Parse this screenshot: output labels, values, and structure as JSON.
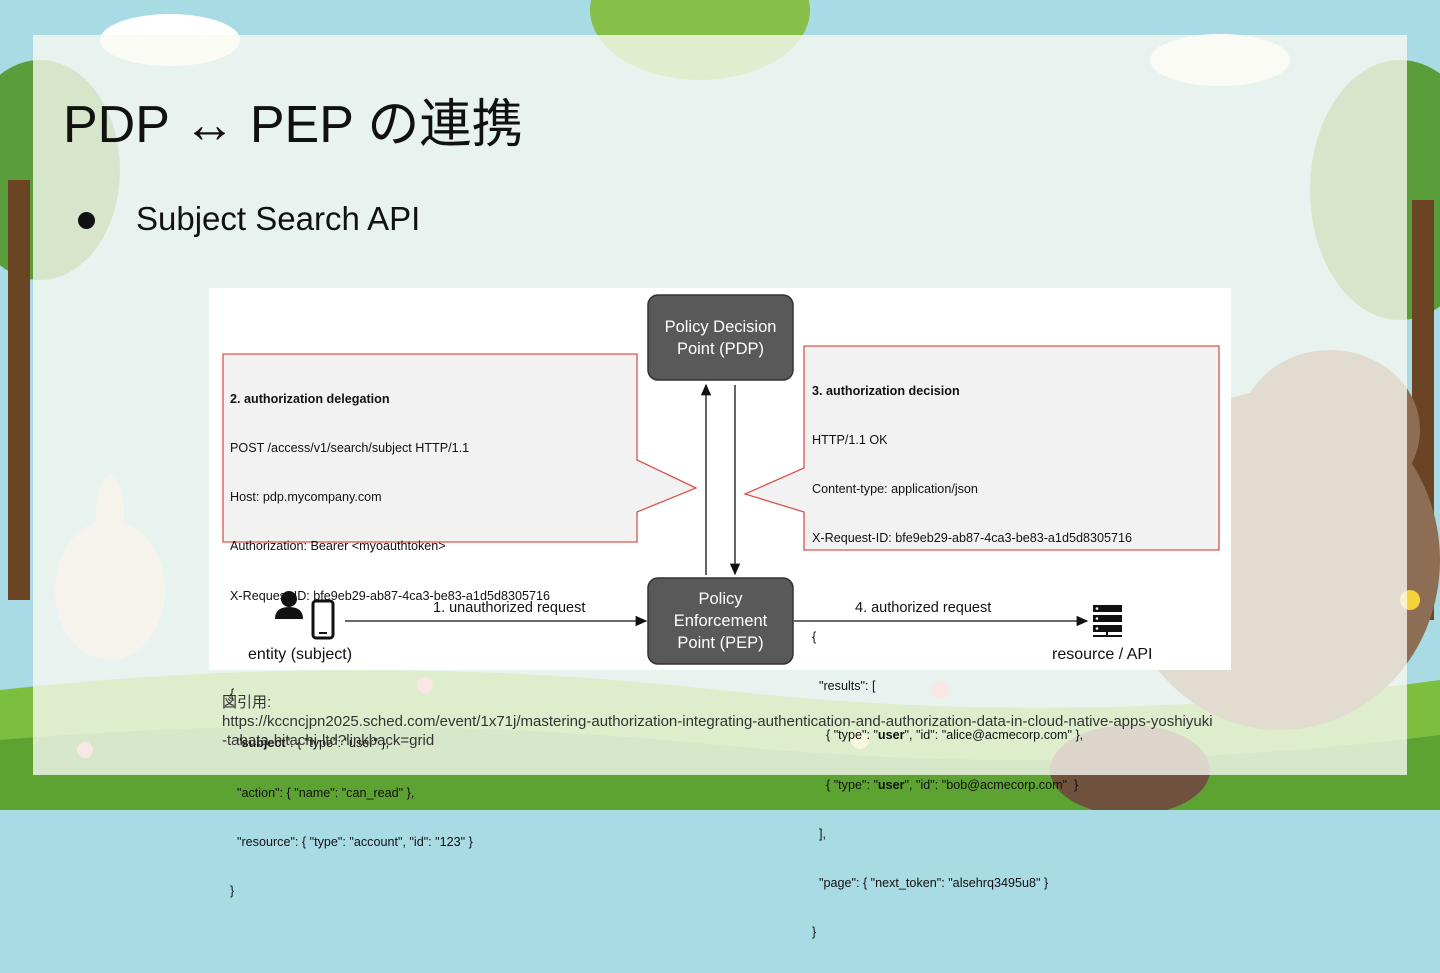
{
  "slide": {
    "title": "PDP ↔ PEP の連携",
    "bullets": [
      "Subject Search API"
    ]
  },
  "diagram": {
    "pdp_label": "Policy Decision\nPoint (PDP)",
    "pep_label": "Policy\nEnforcement\nPoint (PEP)",
    "entity_label": "entity (subject)",
    "resource_label": "resource / API",
    "flow1_label": "1. unauthorized request",
    "flow4_label": "4. authorized request",
    "request_callout": {
      "header": "2. authorization delegation",
      "lines": [
        "POST /access/v1/search/subject HTTP/1.1",
        "Host: pdp.mycompany.com",
        "Authorization: Bearer <myoauthtoken>",
        "X-Request-ID: bfe9eb29-ab87-4ca3-be83-a1d5d8305716",
        "",
        "{",
        "  \"subject\": { \"type\": \"user\" },",
        "  \"action\": { \"name\": \"can_read\" },",
        "  \"resource\": { \"type\": \"account\", \"id\": \"123\" }",
        "}"
      ]
    },
    "response_callout": {
      "header": "3. authorization decision",
      "lines": [
        "HTTP/1.1 OK",
        "Content-type: application/json",
        "X-Request-ID: bfe9eb29-ab87-4ca3-be83-a1d5d8305716",
        "",
        "{",
        "  \"results\": [",
        "    { \"type\": \"user\", \"id\": \"alice@acmecorp.com\" },",
        "    { \"type\": \"user\", \"id\": \"bob@acmecorp.com\"  }",
        "  ],",
        "  \"page\": { \"next_token\": \"alsehrq3495u8\" }",
        "}"
      ]
    },
    "colors": {
      "box": "#595959",
      "callout_border": "#d9534f",
      "callout_fill": "#f2f2f2"
    },
    "icons": [
      "person-icon",
      "phone-icon",
      "server-icon"
    ]
  },
  "citation": {
    "label": "図引用:",
    "url": "https://kccncjpn2025.sched.com/event/1x71j/mastering-authorization-integrating-authentication-and-authorization-data-in-cloud-native-apps-yoshiyuki-tabata-hitachi-ltd?linkback=grid"
  }
}
